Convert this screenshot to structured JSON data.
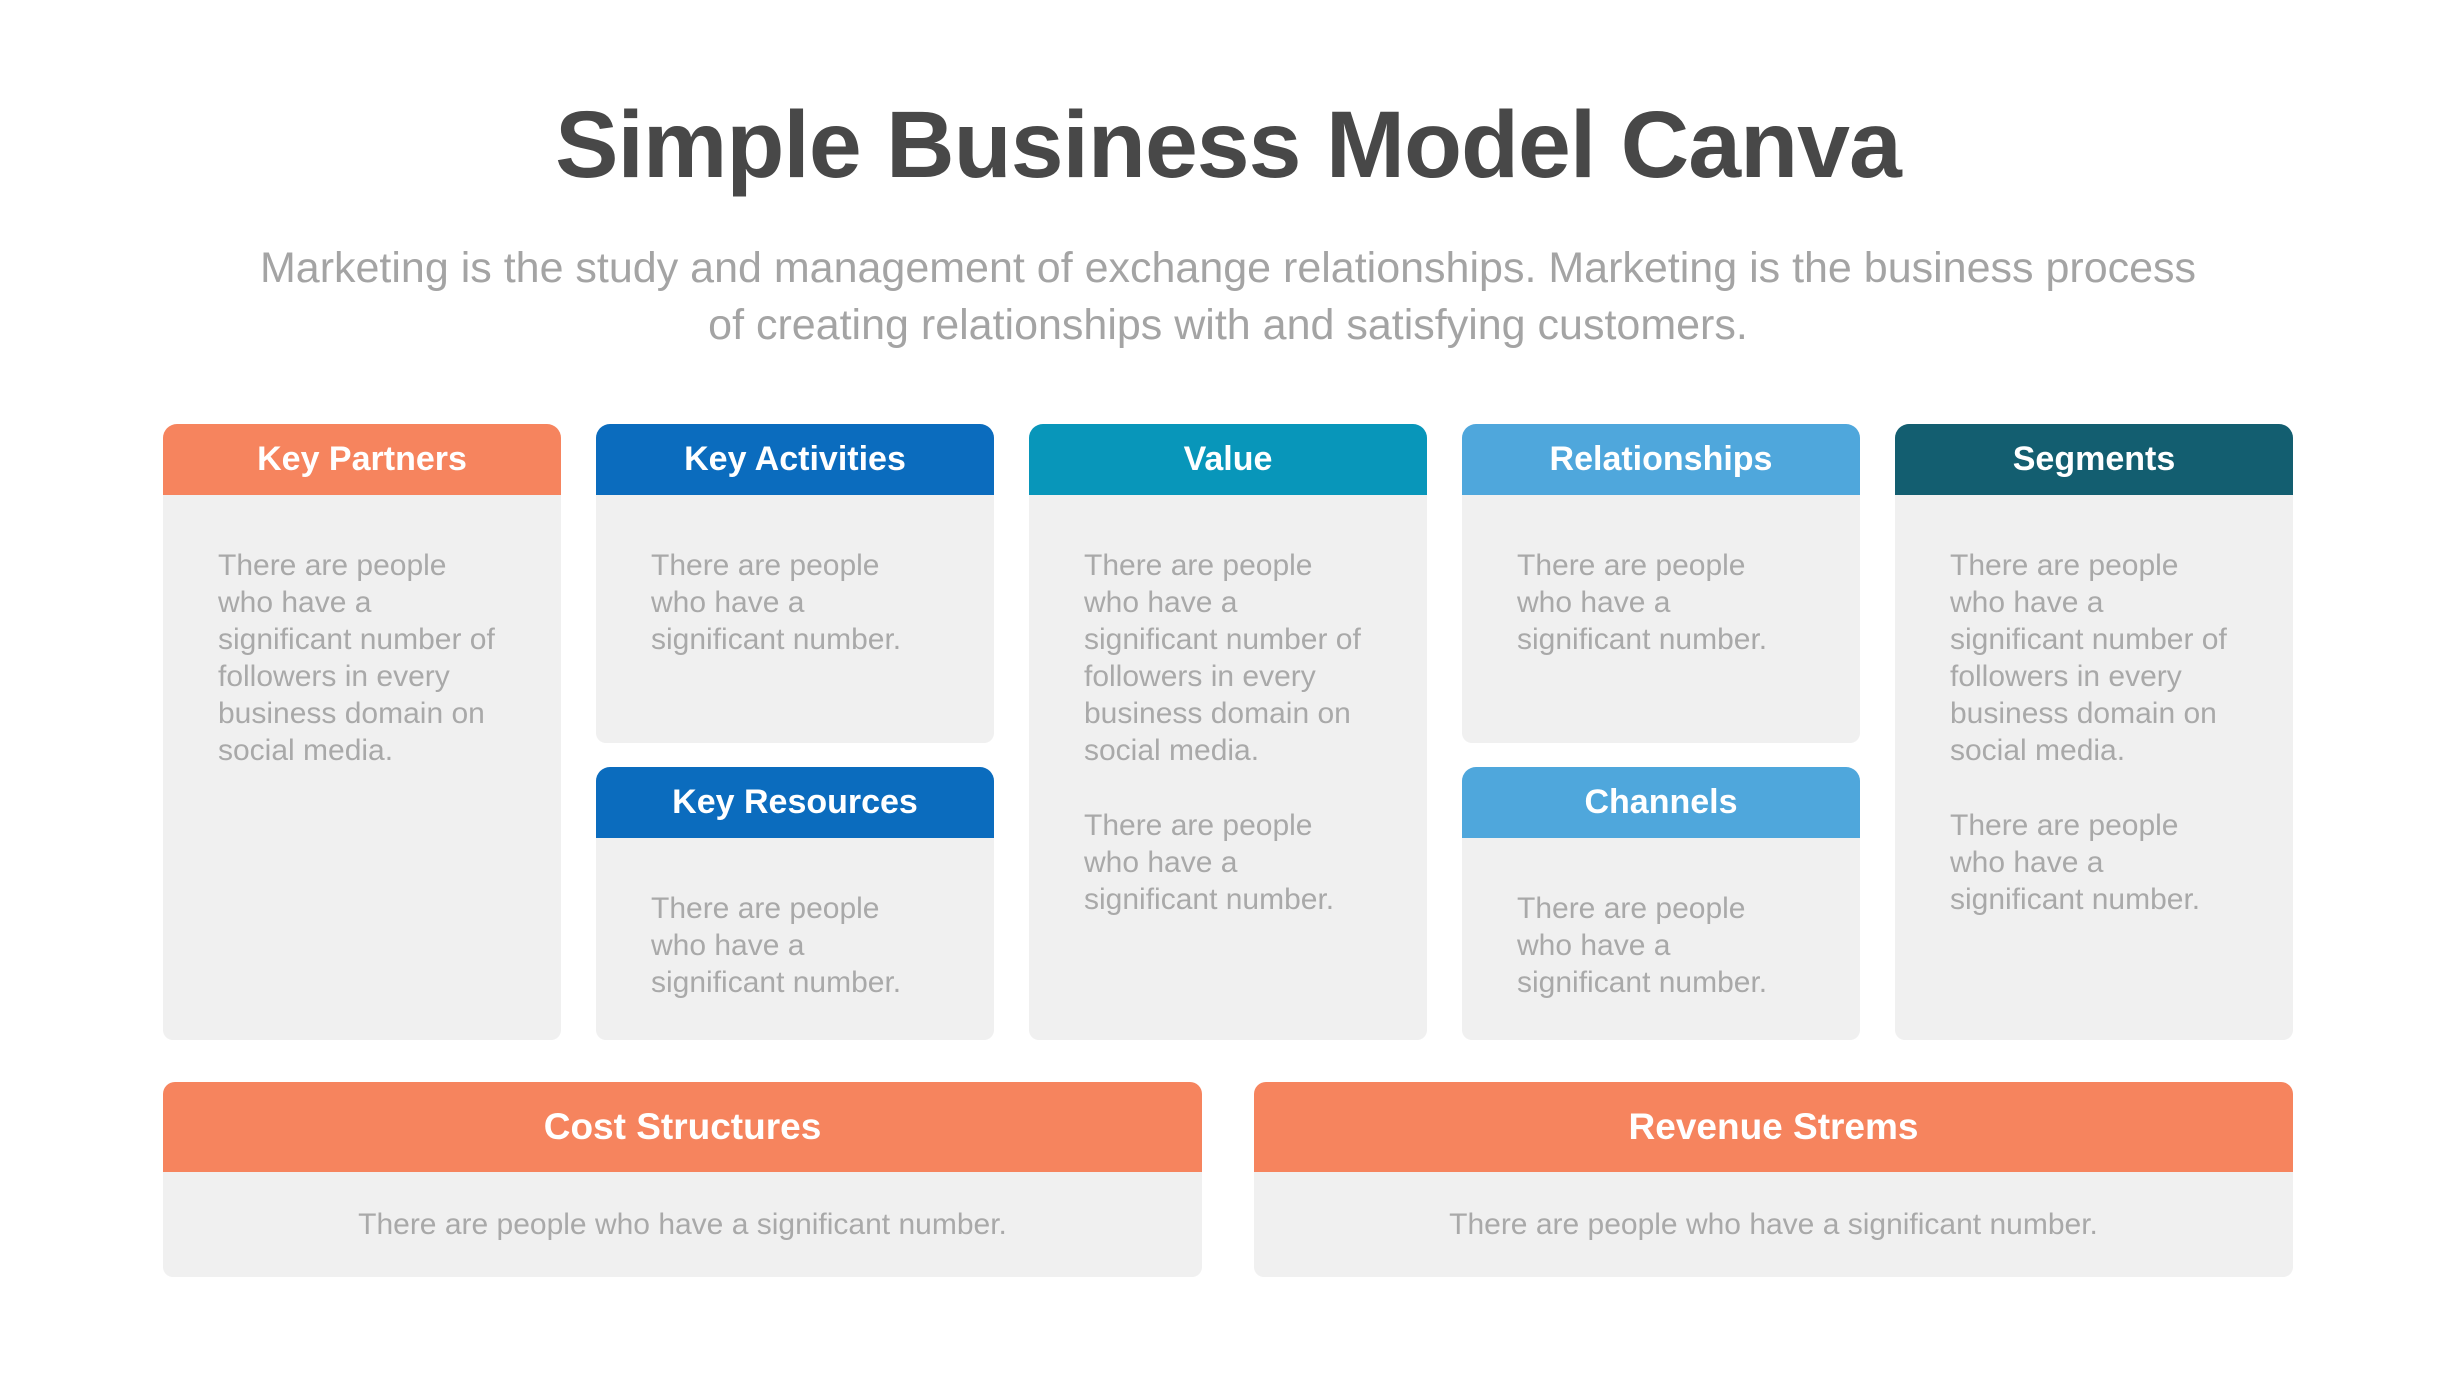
{
  "header": {
    "title": "Simple Business Model Canva",
    "subtitle": "Marketing is the study and management of exchange relationships. Marketing is the business process of creating relationships with and satisfying customers."
  },
  "colors": {
    "orange": "#F6845E",
    "blue": "#0B6CBE",
    "teal": "#0896BA",
    "light_blue": "#4FA7DC",
    "dark_teal": "#135E70",
    "card_body_bg": "#F0F0F0",
    "body_text": "#A9A9A9",
    "title_text": "#484848",
    "subtitle_text": "#A4A4A4",
    "header_text": "#FFFFFF"
  },
  "cards": {
    "key_partners": {
      "title": "Key Partners",
      "header_color": "#F6845E",
      "paragraphs": [
        "There are people who have a significant number of followers in every business domain on social media."
      ]
    },
    "key_activities": {
      "title": "Key Activities",
      "header_color": "#0B6CBE",
      "paragraphs": [
        "There are people who have a significant number."
      ]
    },
    "key_resources": {
      "title": "Key Resources",
      "header_color": "#0B6CBE",
      "paragraphs": [
        "There are people who have a significant number."
      ]
    },
    "value": {
      "title": "Value",
      "header_color": "#0896BA",
      "paragraphs": [
        "There are people who have a significant number of followers in every business domain on social media.",
        "There are people who have a significant number."
      ]
    },
    "relationships": {
      "title": "Relationships",
      "header_color": "#4FA7DC",
      "paragraphs": [
        "There are people who have a significant number."
      ]
    },
    "channels": {
      "title": "Channels",
      "header_color": "#4FA7DC",
      "paragraphs": [
        "There are people who have a significant number."
      ]
    },
    "segments": {
      "title": "Segments",
      "header_color": "#135E70",
      "paragraphs": [
        "There are people who have a significant number of followers in every business domain on social media.",
        "There are people who have a significant number."
      ]
    },
    "cost_structures": {
      "title": "Cost Structures",
      "header_color": "#F6845E",
      "paragraphs": [
        "There are people who have a significant number."
      ]
    },
    "revenue_streams": {
      "title": "Revenue Strems",
      "header_color": "#F6845E",
      "paragraphs": [
        "There are people who have a significant number."
      ]
    }
  }
}
